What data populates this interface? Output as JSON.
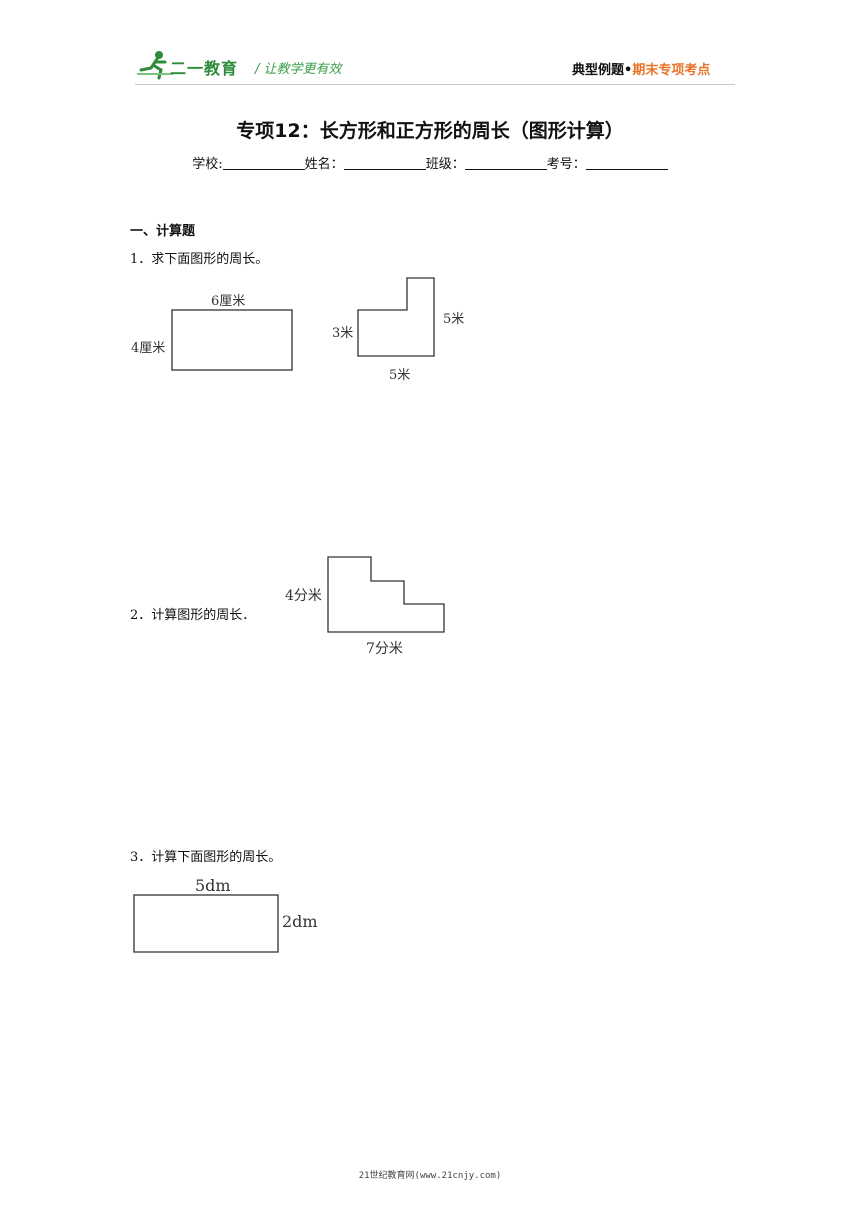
{
  "header": {
    "logo_text": "二一教育",
    "slogan": "/ 让教学更有效",
    "right_black": "典型例题•",
    "right_orange": "期末专项考点"
  },
  "title": "专项12：长方形和正方形的周长（图形计算）",
  "info": {
    "school": "学校:",
    "name": "姓名：",
    "class": "班级：",
    "exam_no": "考号："
  },
  "section_heading": "一、计算题",
  "questions": [
    {
      "text": "1．求下面图形的周长。",
      "fig_a": {
        "top": "6厘米",
        "left": "4厘米"
      },
      "fig_b": {
        "left": "3米",
        "right": "5米",
        "bottom": "5米"
      }
    },
    {
      "text": "2．计算图形的周长．",
      "fig": {
        "left": "4分米",
        "bottom": "7分米"
      }
    },
    {
      "text": "3．计算下面图形的周长。",
      "fig": {
        "top": "5dm",
        "right": "2dm"
      }
    }
  ],
  "footer": "21世纪教育网(www.21cnjy.com)",
  "colors": {
    "brand_green": "#2e8b3a",
    "accent_orange": "#e8742a"
  }
}
